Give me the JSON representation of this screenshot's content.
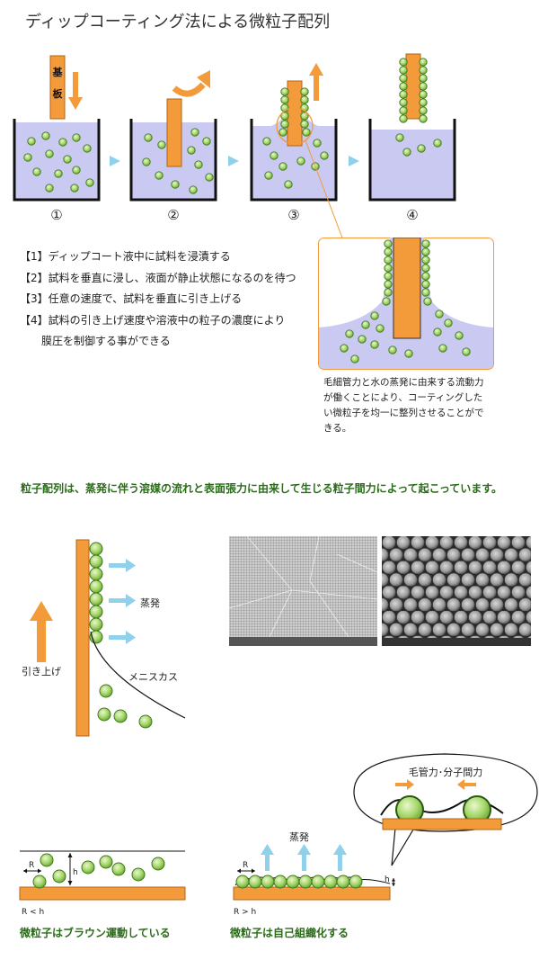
{
  "title": "ディップコーティング法による微粒子配列",
  "diagram1": {
    "substrate_label_1": "基",
    "substrate_label_2": "板",
    "step_numbers": [
      "①",
      "②",
      "③",
      "④"
    ]
  },
  "steps": [
    "【1】ディップコート液中に試料を浸漬する",
    "【2】試料を垂直に浸し、液面が静止状態になるのを待つ",
    "【3】任意の速度で、試料を垂直に引き上げる",
    "【4】試料の引き上げ速度や溶液中の粒子の濃度により",
    "膜圧を制御する事ができる"
  ],
  "zoom_caption": [
    "毛細管力と水の蒸発に由来する流動力",
    "が働くことにより、コーティングした",
    "い微粒子を均一に整列させることがで",
    "きる。"
  ],
  "headline": "粒子配列は、蒸発に伴う溶媒の流れと表面張力に由来して生じる粒子間力によって起こっています。",
  "meniscus_diagram": {
    "evaporation_label": "蒸発",
    "pull_label": "引き上げ",
    "meniscus_label": "メニスカス"
  },
  "bottom": {
    "brownian": {
      "R_label": "R",
      "h_label": "h",
      "condition": "R < h",
      "caption": "微粒子はブラウン運動している"
    },
    "self_assembly": {
      "evaporation_label": "蒸発",
      "R_label": "R",
      "h_label": "h",
      "condition": "R > h",
      "caption": "微粒子は自己組織化する"
    },
    "bubble_label": "毛管力･分子間力"
  },
  "colors": {
    "substrate": "#f39a3a",
    "liquid": "#c9c9f2",
    "particle": "#a6d66a",
    "particle_edge": "#3f7a1c",
    "arrow_blue": "#8fd0ea",
    "arrow_orange": "#f39a3a",
    "headline_green": "#2b6b1a"
  }
}
